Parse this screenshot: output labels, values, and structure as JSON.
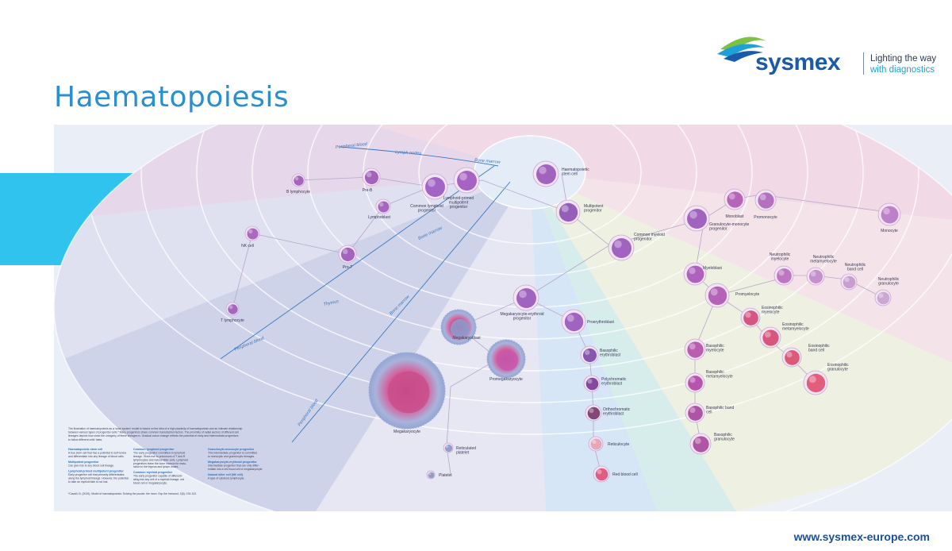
{
  "title": "Haematopoiesis",
  "brand": {
    "name": "sysmex",
    "tagline_line1": "Lighting the way",
    "tagline_line2": "with diagnostics"
  },
  "footer": {
    "url": "www.sysmex-europe.com"
  },
  "regions": [
    {
      "id": "r1",
      "text": "Peripheral blood"
    },
    {
      "id": "r2",
      "text": "Lymph nodes"
    },
    {
      "id": "r3",
      "text": "Bone marrow"
    },
    {
      "id": "r4",
      "text": "Bone marrow"
    },
    {
      "id": "r5",
      "text": "Thymus"
    },
    {
      "id": "r6",
      "text": "Bone marrow"
    },
    {
      "id": "r7",
      "text": "Peripheral blood"
    },
    {
      "id": "r8",
      "text": "Peripheral blood"
    }
  ],
  "cells": [
    {
      "id": "hsc",
      "label": "Haematopoietic stem cell",
      "color": "#9a58b8"
    },
    {
      "id": "mpp",
      "label": "Multipotent progenitor",
      "color": "#8c52b4"
    },
    {
      "id": "lmpp",
      "label": "Lymphoid-primed multipotent progenitor",
      "color": "#a058c0"
    },
    {
      "id": "clp",
      "label": "Common lymphoid progenitor",
      "color": "#9a5ac2"
    },
    {
      "id": "preb",
      "label": "Pre-B",
      "color": "#9c58b8"
    },
    {
      "id": "bl",
      "label": "B lymphocyte",
      "color": "#9c5ab8"
    },
    {
      "id": "lb",
      "label": "Lymphoblast",
      "color": "#9d5cb8"
    },
    {
      "id": "nk",
      "label": "NK cell",
      "color": "#a35eba"
    },
    {
      "id": "prot",
      "label": "Pro-T",
      "color": "#9c58b8"
    },
    {
      "id": "tl",
      "label": "T lymphocyte",
      "color": "#9d5cb8"
    },
    {
      "id": "cmp",
      "label": "Common myeloid progenitor",
      "color": "#9a58bc"
    },
    {
      "id": "gmp",
      "label": "Granulocyte-monocyte progenitor",
      "color": "#9a58bc"
    },
    {
      "id": "mnb",
      "label": "Monoblast",
      "color": "#b25ab4"
    },
    {
      "id": "pmn",
      "label": "Promonocyte",
      "color": "#ae68bc"
    },
    {
      "id": "mono",
      "label": "Monocyte",
      "color": "#b878c6"
    },
    {
      "id": "myb",
      "label": "Myeloblast",
      "color": "#a856b8"
    },
    {
      "id": "prm",
      "label": "Promyelocyte",
      "color": "#b058b4"
    },
    {
      "id": "nmy",
      "label": "Neutrophilic myelocyte",
      "color": "#b86cbe"
    },
    {
      "id": "nme",
      "label": "Neutrophilic metamyelocyte",
      "color": "#c08ac8"
    },
    {
      "id": "nbc",
      "label": "Neutrophilic band cell",
      "color": "#c498cc"
    },
    {
      "id": "ngr",
      "label": "Neutrophilic granulocyte",
      "color": "#c8a2d0"
    },
    {
      "id": "emy",
      "label": "Eosinophilic myelocyte",
      "color": "#d44a78"
    },
    {
      "id": "eme",
      "label": "Eosinophilic metamyelocyte",
      "color": "#d64a72"
    },
    {
      "id": "ebc",
      "label": "Eosinophilic band cell",
      "color": "#d84e6e"
    },
    {
      "id": "egr",
      "label": "Eosinophilic granulocyte",
      "color": "#e05272"
    },
    {
      "id": "bmy",
      "label": "Basophilic myelocyte",
      "color": "#b452a8"
    },
    {
      "id": "bme",
      "label": "Basophilic metamyelocyte",
      "color": "#b04aa4"
    },
    {
      "id": "bbc",
      "label": "Basophilic band cell",
      "color": "#a8489e"
    },
    {
      "id": "bgr",
      "label": "Basophilic granulocyte",
      "color": "#a84a9c"
    },
    {
      "id": "mep",
      "label": "Megakaryocyte-erythroid progenitor",
      "color": "#9a58bc"
    },
    {
      "id": "mkb",
      "label": "Megakaryoblast",
      "color": "#8a9ed0"
    },
    {
      "id": "pmk",
      "label": "Promegakaryocyte",
      "color": "#c45ab0"
    },
    {
      "id": "mk",
      "label": "Megakaryocyte",
      "color": "#c8508c"
    },
    {
      "id": "rpl",
      "label": "Reticulated platelet",
      "color": "#8a9ac6"
    },
    {
      "id": "plt",
      "label": "Platelet",
      "color": "#8c98c0"
    },
    {
      "id": "pre",
      "label": "Proerythroblast",
      "color": "#9a58bc"
    },
    {
      "id": "bery",
      "label": "Basophilic erythroblast",
      "color": "#7e4aa8"
    },
    {
      "id": "pery",
      "label": "Polychromatic erythroblast",
      "color": "#7a3c98"
    },
    {
      "id": "oery",
      "label": "Orthochromatic erythroblast",
      "color": "#7a3a6e"
    },
    {
      "id": "ret",
      "label": "Reticulocyte",
      "color": "#e7a2b4"
    },
    {
      "id": "rbc",
      "label": "Red blood cell",
      "color": "#e05078"
    }
  ],
  "legend": {
    "intro": [
      "The illustration of haematopoiesis as a 'solar system' model is based on the idea of a high plasticity of haematopoiesis and an intimate relationship",
      "between various types of progenitor cells.* Many progenitors share common transcription factors. The proximity of radial sectors of different cell",
      "lineages depicts how close the ontogeny of these lineages is. Gradual colour change reflects the potential of early and intermediate progenitors",
      "to follow different cells' fates."
    ],
    "col1": [
      {
        "head": "Haematopoietic stem cell",
        "lines": [
          "A true stem cell that has a potential to self-renew",
          "and differentiate into any lineage of blood cells."
        ]
      },
      {
        "head": "Multipotent progenitor",
        "lines": [
          "Can give rise to any blood cell lineage."
        ]
      },
      {
        "head": "Lymphoid-primed multipotent progenitor",
        "lines": [
          "Early progenitor cell that primarily differentiates",
          "along the lymphoid lineage. However, the potential",
          "to take an myeloid fate is not lost."
        ]
      }
    ],
    "col2": [
      {
        "head": "Common lymphoid progenitor",
        "lines": [
          "The early progenitor committed to lymphoid",
          "lineage. Gives rise to precursors of T and B",
          "lymphocytes and natural killer cells. Lymphoid",
          "progenitors leave the bone marrow for matu-",
          "ration in the thymus and lymph nodes."
        ]
      },
      {
        "head": "Common myeloid progenitor",
        "lines": [
          "The early progenitor capable of differenti-",
          "ating into any cell of a myeloid lineage, red",
          "blood cell or megakaryocyte."
        ]
      }
    ],
    "col3": [
      {
        "head": "Granulocyte-monocyte progenitor",
        "lines": [
          "This intermediate progenitor is committed",
          "to monocytic and granulocytic lineages."
        ]
      },
      {
        "head": "Megakaryocyte-erythroid progenitor",
        "lines": [
          "Intermediate progenitor that can only differ-",
          "entiate into a red blood cell or megakaryocyte."
        ]
      },
      {
        "head": "Natural killer cell (NK cell)",
        "lines": [
          "A type of cytotoxic lymphocyte."
        ]
      }
    ],
    "reference": "*Cavalli, B. (2019), Model of haematopoiesis: Solving the puzzle: the more. Exp the Immunol; 2(6): 191-102."
  }
}
